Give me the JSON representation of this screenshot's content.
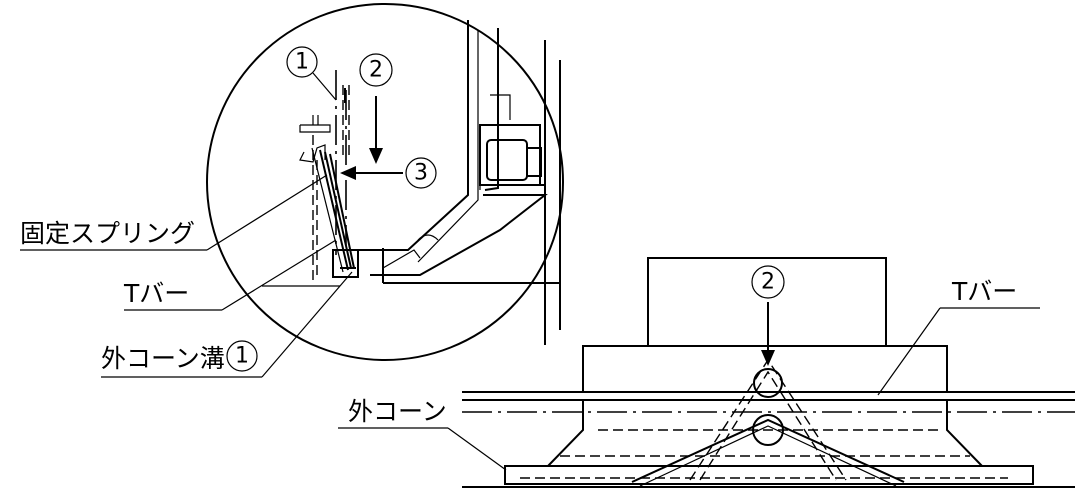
{
  "labels": {
    "fixed_spring": "固定スプリング",
    "t_bar_left": "Tバー",
    "outer_cone_groove": "外コーン溝",
    "t_bar_right": "Tバー",
    "outer_cone": "外コーン"
  },
  "markers": {
    "m1_top": "1",
    "m2_top": "2",
    "m3": "3",
    "m1_groove": "1",
    "m2_right": "2"
  }
}
